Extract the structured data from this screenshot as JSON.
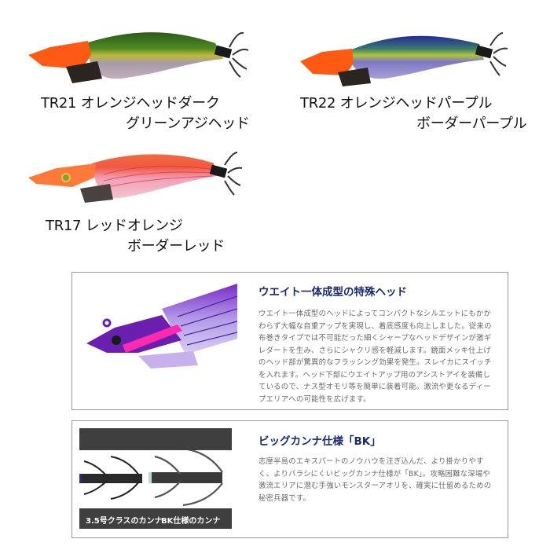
{
  "products": [
    {
      "code": "TR21",
      "line1": "TR21 オレンジヘッドダーク",
      "line2": "グリーンアジヘッド",
      "colors": {
        "head": "#ff5a14",
        "back": "#2f6b1c",
        "stripe": "#c9c23a",
        "belly": "#b8a0b0"
      }
    },
    {
      "code": "TR22",
      "line1": "TR22 オレンジヘッドパープル",
      "line2": "ボーダーパープル",
      "colors": {
        "head": "#ff5a14",
        "back": "#2a2f9a",
        "stripe": "#a9c23a",
        "belly": "#8c86c8"
      }
    },
    {
      "code": "TR17",
      "line1": "TR17 レッドオレンジ",
      "line2": "ボーダーレッド",
      "colors": {
        "head": "#ff7a3a",
        "back": "#f05a3a",
        "stripe": "#e0303a",
        "belly": "#f2b6c4"
      }
    }
  ],
  "feature_head": {
    "title": "ウエイト一体成型の特殊ヘッド",
    "body": "ウエイト一体成型のヘッドによってコンパクトなシルエットにもかかわらず大幅な自重アップを実現し、着底感度も向上しました。従来の布巻きタイプでは不可能だった細くシャープなヘッドデザインが激ギレダートを生み、さらにシャクリ感を軽減します。鏡面メッキ仕上げのヘッド部が驚異的なフラッシング効果を発生。スレイカにスイッチを入れます。ヘッド下部にウエイトアップ用のアシストアイを装備しているので、ナス型オモリ等を簡単に装着可能。激流や更なるディープエリアへの可能性を広げます。"
  },
  "feature_kanna": {
    "title": "ビッグカンナ仕様「BK」",
    "body": "志摩半島のエキスパートのノウハウを注ぎ込んだ、より掛かりやすく、よりバラシにくいビッグカンナ仕様が「BK」。攻略困難な深場や激流エリアに潜む手強いモンスターアオリを、確実に仕留めるための秘密兵器です。",
    "image_label_left": "3.5号クラスのカンナ",
    "image_label_right": "BK仕様のカンナ"
  },
  "accent_colors": {
    "title": "#1b2a6b",
    "body_text": "#6a6a6a",
    "border": "#9a9a9a",
    "kanna_bar": "#3f3f3f"
  }
}
